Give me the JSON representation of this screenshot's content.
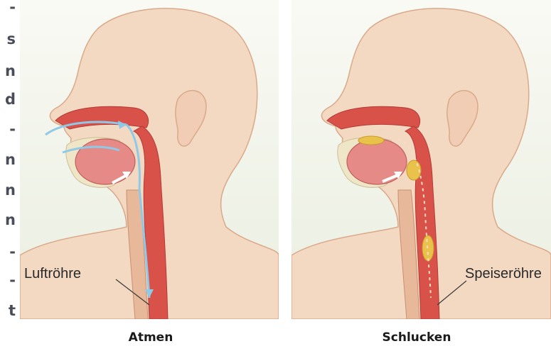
{
  "edge_fragments": [
    "-",
    "s",
    "n",
    "d",
    "-",
    "n",
    "n",
    "n",
    "-",
    "-",
    "t"
  ],
  "panels": {
    "left": {
      "label": "Luftröhre",
      "caption": "Atmen"
    },
    "right": {
      "label": "Speiseröhre",
      "caption": "Schlucken"
    }
  },
  "colors": {
    "skin": "#f3d8c2",
    "skin_outline": "#d9a98a",
    "background_gradient": "#eef1e6",
    "tissue_red": "#d9524a",
    "tongue": "#e58a86",
    "air_arrow": "#8fc9e8",
    "food_bolus": "#e9c24c",
    "bone": "#efe6c8"
  }
}
